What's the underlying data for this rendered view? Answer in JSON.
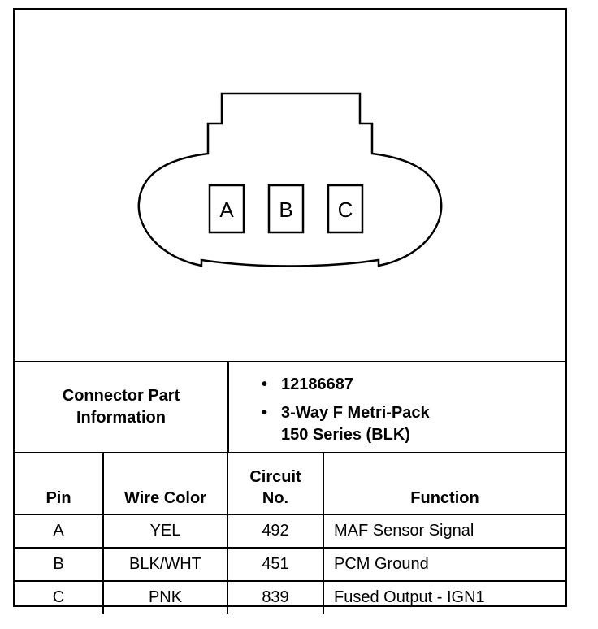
{
  "connector_diagram": {
    "cavities": [
      "A",
      "B",
      "C"
    ]
  },
  "connector_info": {
    "label_line1": "Connector Part",
    "label_line2": "Information",
    "part_number": "12186687",
    "description_line1": "3-Way F Metri-Pack",
    "description_line2": "150 Series (BLK)",
    "bullet": "•"
  },
  "pin_table": {
    "headers": {
      "pin": "Pin",
      "wire_color": "Wire Color",
      "circuit_line1": "Circuit",
      "circuit_line2": "No.",
      "function": "Function"
    },
    "rows": [
      {
        "pin": "A",
        "wire_color": "YEL",
        "circuit": "492",
        "function": "MAF Sensor Signal"
      },
      {
        "pin": "B",
        "wire_color": "BLK/WHT",
        "circuit": "451",
        "function": "PCM Ground"
      },
      {
        "pin": "C",
        "wire_color": "PNK",
        "circuit": "839",
        "function": "Fused Output - IGN1"
      }
    ]
  }
}
